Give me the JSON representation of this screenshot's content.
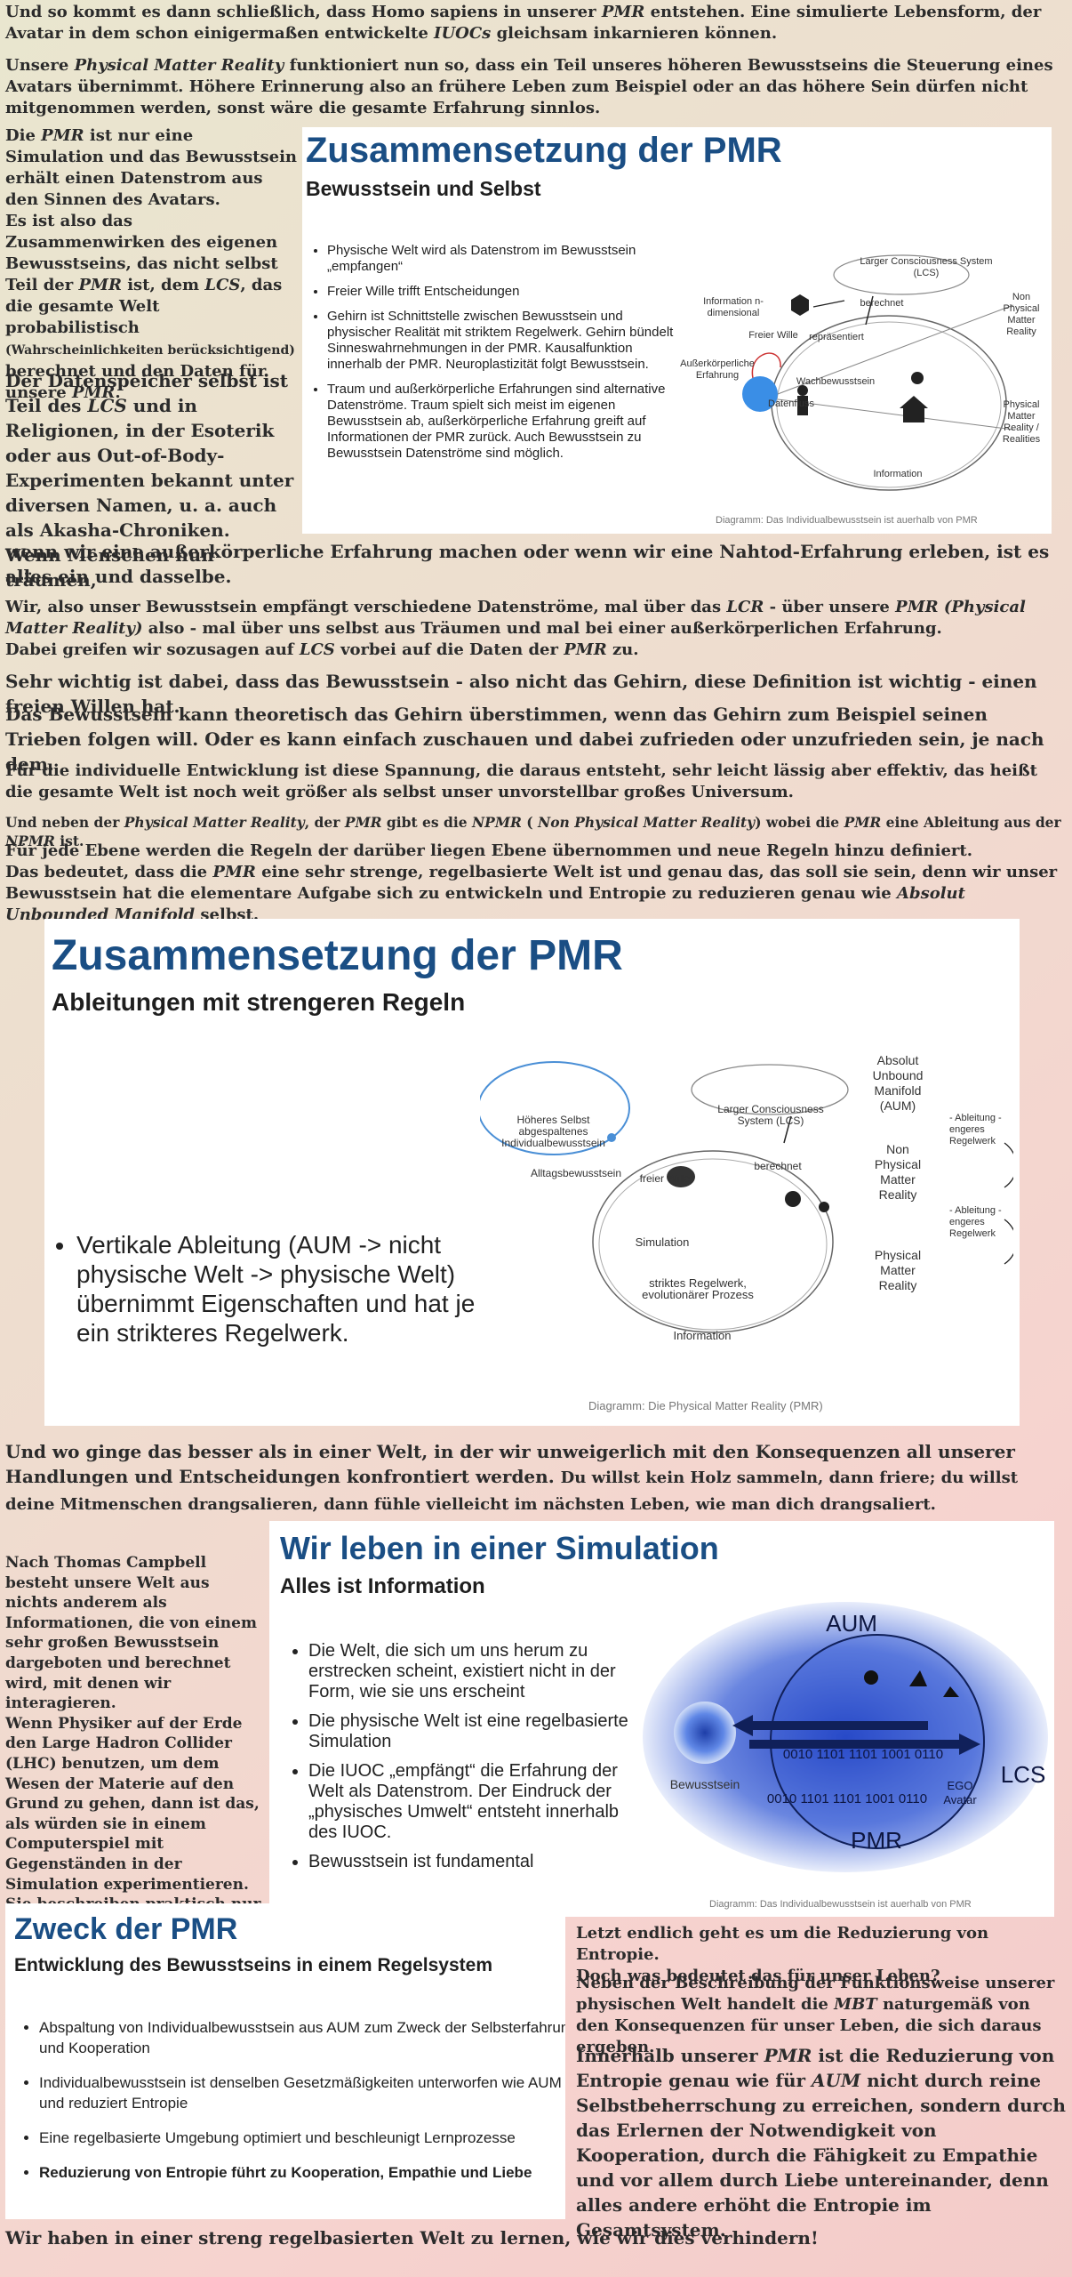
{
  "texts": {
    "p1": "Und so kommt es dann schließlich, dass Homo sapiens in unserer <em>PMR</em> entstehen. Eine simulierte Lebensform, der Avatar in dem schon einigermaßen entwickelte <em>IUOCs</em> gleichsam inkarnieren können.",
    "p2": "Unsere <em>Physical Matter Reality</em> funktioniert nun so, dass ein Teil unseres höheren Bewusstseins die Steuerung eines Avatars übernimmt. Höhere Erinnerung also an frühere Leben zum Beispiel oder an das höhere Sein dürfen nicht mitgenommen werden, sonst wäre die gesamte Erfahrung sinnlos.",
    "left1": "Die <em>PMR</em> ist nur eine Simulation und das Bewusstsein erhält einen Datenstrom aus den Sinnen des Avatars.<br>Es ist also das Zusammenwirken des eigenen Bewusstseins, das nicht selbst Teil der <em>PMR</em> ist, dem <em>LCS</em>, das die gesamte Welt probabilistisch <span style=\"font-size:14px\">(Wahrscheinlichkeiten berücksichtigend)</span> berechnet und den Daten für unsere <em>PMR</em>.",
    "left2": "Der Datenspeicher selbst ist Teil des <em>LCS</em> und in Religionen, in der Esoterik oder aus Out-of-Body-Experimenten bekannt unter diversen Namen, u. a. auch als Akasha-Chroniken.<br>Wenn Menschen nun träumen,",
    "p3": "wenn wir eine außerkörperliche Erfahrung machen oder wenn wir eine Nahtod-Erfahrung erleben, ist es alles ein und dasselbe.",
    "p4": "Wir, also unser Bewusstsein empfängt verschiedene Datenströme, mal über das <em>LCR</em> - über unsere <em>PMR (Physical Matter Reality)</em> also - mal über uns selbst aus Träumen und mal bei einer außerkörperlichen Erfahrung.<br>Dabei greifen wir sozusagen auf <em>LCS</em> vorbei auf die Daten der <em>PMR</em> zu.",
    "p5": "Sehr wichtig ist dabei, dass das Bewusstsein - also nicht das Gehirn, diese Definition ist wichtig - einen freien Willen hat.",
    "p6": "Das Bewusstsein kann theoretisch das Gehirn überstimmen, wenn das Gehirn zum Beispiel seinen Trieben folgen will. Oder es kann einfach zuschauen und dabei zufrieden oder unzufrieden sein, je nach dem.",
    "p7": "Für die individuelle Entwicklung ist diese Spannung, die daraus entsteht, sehr leicht lässig aber effektiv, das heißt die gesamte Welt ist noch weit größer als selbst unser unvorstellbar großes Universum.",
    "p8": "Und neben der <em>Physical Matter Reality</em>, der <em>PMR</em> gibt es die <em>NPMR</em> ( <em>Non Physical Matter Reality</em>) wobei die <em>PMR</em> eine Ableitung aus der <em>NPMR</em> ist.",
    "p9": "Für jede Ebene werden die Regeln der darüber liegen Ebene übernommen und neue Regeln hinzu definiert.<br>Das bedeutet, dass die <em>PMR</em> eine sehr strenge, regelbasierte Welt ist und genau das, das soll sie sein, denn wir unser Bewusstsein hat die elementare Aufgabe sich zu entwickeln und Entropie zu reduzieren genau wie <em>Absolut Unbounded Manifold</em> selbst.",
    "p10": "Und wo ginge das besser als in einer Welt, in der wir unweigerlich mit den Konsequenzen all unserer Handlungen und Entscheidungen konfrontiert werden. <span style=\"font-size:18px\">Du willst kein Holz sammeln, dann friere; du willst deine Mitmenschen drangsalieren, dann fühle vielleicht im nächsten Leben, wie man dich drangsaliert.</span>",
    "left3": "Nach Thomas Campbell besteht unsere Welt aus nichts anderem als Informationen, die von einem sehr großen Bewusstsein dargeboten und berechnet wird, mit denen wir interagieren.<br>Wenn Physiker auf der Erde den Large Hadron Collider (LHC) benutzen, um dem Wesen der Materie auf den Grund zu gehen, dann ist das, als würden sie in einem Computerspiel mit Gegenständen in der Simulation experimentieren. Sie beschreiben praktisch nur das Wesen der Simulation.",
    "right1": "Letzt endlich geht es um die Reduzierung von Entropie.<br>Doch was bedeutet das für unser Leben?",
    "right2": "Neben der Beschreibung der Funktionsweise unserer physischen Welt handelt die <em>MBT</em> naturgemäß von den Konsequenzen für unser Leben, die sich daraus ergeben.",
    "right3": "Innerhalb unserer <em>PMR</em> ist die Reduzierung von Entropie genau wie für <em>AUM</em> nicht durch reine Selbstbeherrschung zu erreichen, sondern durch das Erlernen der Notwendigkeit von Kooperation, durch die Fähigkeit zu Empathie und vor allem durch Liebe untereinander, denn alles andere erhöht die Entropie im Gesamtsystem.",
    "last": "Wir haben in einer streng regelbasierten Welt zu lernen, wie wir dies verhindern!"
  },
  "slide1": {
    "title": "Zusammensetzung der PMR",
    "subtitle": "Bewusstsein und Selbst",
    "bullets": [
      "Physische Welt wird als Datenstrom im Bewusstsein „empfangen“",
      "Freier Wille trifft Entscheidungen",
      "Gehirn ist Schnittstelle zwischen Bewusstsein und physischer Realität mit striktem Regelwerk. Gehirn bündelt Sinneswahrnehmungen in der PMR. Kausalfunktion innerhalb der PMR.  Neuroplastizität folgt Bewusstsein.",
      "Traum und außerkörperliche Erfahrungen sind alternative Datenströme. Traum spielt sich meist im eigenen Bewusstsein ab, außerkörperliche Erfahrung greift auf Informationen der PMR zurück. Auch Bewusstsein zu Bewusstsein Datenströme sind möglich."
    ],
    "labels": {
      "lcs": "Larger Consciousness System (LCS)",
      "info_nd": "Information n-dimensional",
      "berechnet": "berechnet",
      "npmr": "Non Physical Matter Reality",
      "freier_wille": "Freier Wille",
      "repraesentiert": "repräsentiert",
      "ausser": "Außerkörperliche Erfahrung",
      "wach": "Wachbewusstsein",
      "datenfluss": "Datenfluss",
      "pmr": "Physical Matter Reality / Realities",
      "information": "Information"
    },
    "caption": "Diagramm: Das Individualbewusstsein ist auerhalb von PMR"
  },
  "slide2": {
    "title": "Zusammensetzung der PMR",
    "subtitle": "Ableitungen mit strengeren Regeln",
    "bullet": "Vertikale Ableitung (AUM -> nicht physische Welt -> physische Welt) übernimmt Eigenschaften und hat je ein strikteres Regelwerk.",
    "labels": {
      "hoeheres": "Höheres Selbst abgespaltenes Individualbewusstsein",
      "alltag": "Alltagsbewusstsein",
      "freier_wille": "freier Wille",
      "lcs": "Larger Consciousness System (LCS)",
      "berechnet": "berechnet",
      "simulation": "Simulation",
      "striktes": "striktes Regelwerk, evolutionärer Prozess",
      "information": "Information",
      "aum": "Absolut Unbound Manifold (AUM)",
      "npmr": "Non Physical Matter Reality",
      "pmr": "Physical Matter Reality",
      "ableitung1": "- Ableitung - engeres Regelwerk",
      "ableitung2": "- Ableitung - engeres Regelwerk"
    },
    "caption": "Diagramm: Die Physical Matter Reality (PMR)"
  },
  "slide3": {
    "title": "Wir leben in einer Simulation",
    "subtitle": "Alles ist Information",
    "bullets": [
      "Die Welt, die sich um uns herum zu erstrecken scheint, existiert nicht in der Form, wie sie uns erscheint",
      "Die physische Welt ist eine regelbasierte Simulation",
      "Die IUOC „empfängt“ die Erfahrung der Welt als Datenstrom. Der Eindruck der „physisches Umwelt“ entsteht innerhalb des IUOC.",
      "Bewusstsein ist fundamental"
    ],
    "labels": {
      "aum": "AUM",
      "lcs": "LCS",
      "pmr": "PMR",
      "bewusstsein": "Bewusstsein",
      "ego": "EGO Avatar",
      "bits1": "0010 1101 1101 1001 0110",
      "bits2": "0010 1101 1101 1001 0110"
    },
    "caption": "Diagramm: Das Individualbewusstsein ist auerhalb von PMR"
  },
  "slide4": {
    "title": "Zweck der PMR",
    "subtitle": "Entwicklung des Bewusstseins in einem Regelsystem",
    "bullets": [
      "Abspaltung von Individualbewusstsein aus AUM zum Zweck der Selbsterfahrung und Kooperation",
      "Individualbewusstsein ist denselben Gesetzmäßigkeiten unterworfen wie AUM und reduziert Entropie",
      "Eine regelbasierte Umgebung optimiert und beschleunigt Lernprozesse",
      "Reduzierung von Entropie führt zu Kooperation, Empathie und Liebe"
    ]
  },
  "colors": {
    "slide_title": "#1a4e84",
    "diagram_blue": "#2f6fd0",
    "body_text": "#2b2b2b"
  }
}
